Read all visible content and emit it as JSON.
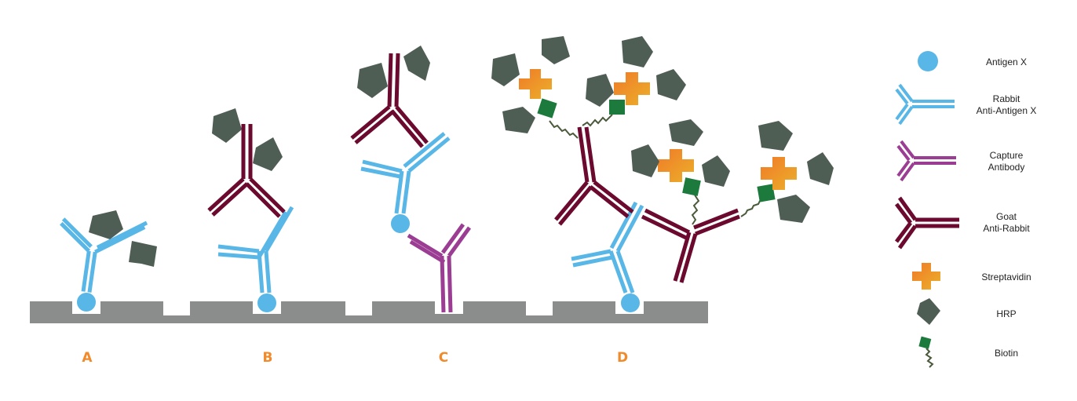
{
  "colors": {
    "surface": "#8a8d8c",
    "antigen": "#58b7e6",
    "rabbit_antibody": "#58b7e6",
    "capture_antibody": "#9b3e93",
    "goat_antibody": "#6b0a2e",
    "hrp": "#4f5e54",
    "biotin": "#1c7a3c",
    "streptavidin_a": "#f08a2a",
    "streptavidin_b": "#e9a128",
    "label": "#f08a2a"
  },
  "panels": [
    {
      "label": "A"
    },
    {
      "label": "B"
    },
    {
      "label": "C"
    },
    {
      "label": "D"
    }
  ],
  "legend": [
    {
      "icon": "antigen-icon",
      "lines": [
        "Antigen X"
      ]
    },
    {
      "icon": "rabbit-antibody-icon",
      "lines": [
        "Rabbit",
        "Anti-Antigen X"
      ]
    },
    {
      "icon": "capture-antibody-icon",
      "lines": [
        "Capture",
        "Antibody"
      ]
    },
    {
      "icon": "goat-antibody-icon",
      "lines": [
        "Goat",
        "Anti-Rabbit"
      ]
    },
    {
      "icon": "streptavidin-icon",
      "lines": [
        "Streptavidin"
      ]
    },
    {
      "icon": "hrp-icon",
      "lines": [
        "HRP"
      ]
    },
    {
      "icon": "biotin-icon",
      "lines": [
        "Biotin"
      ]
    }
  ]
}
